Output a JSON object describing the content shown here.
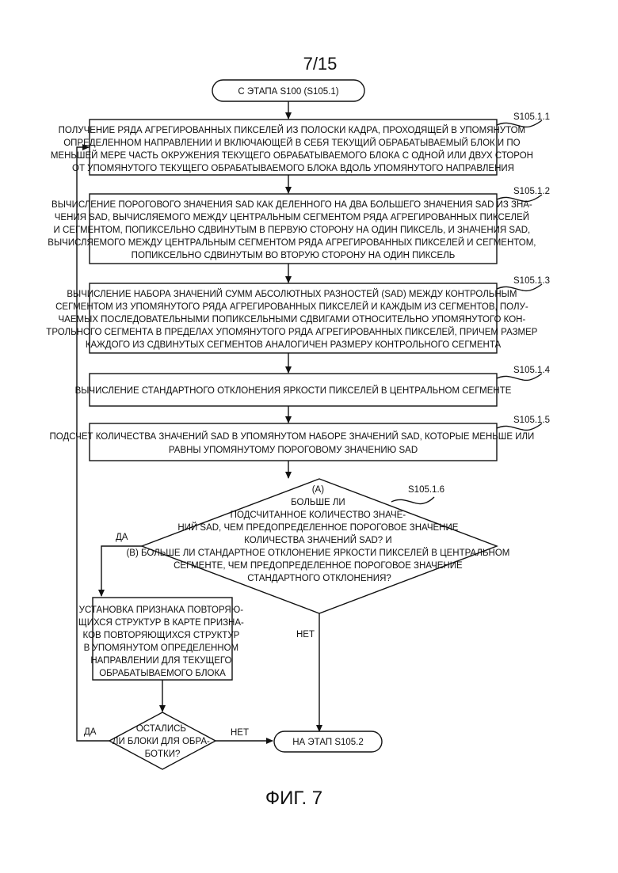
{
  "page_number": "7/15",
  "figure_label": "ФИГ. 7",
  "start_node": "С ЭТАПА S100 (S105.1)",
  "end_node": "НА ЭТАП S105.2",
  "steps": [
    {
      "id": "S105.1.1",
      "lines": [
        "ПОЛУЧЕНИЕ РЯДА АГРЕГИРОВАННЫХ ПИКСЕЛЕЙ ИЗ ПОЛОСКИ КАДРА, ПРОХОДЯЩЕЙ В УПОМЯНУТОМ",
        "ОПРЕДЕЛЕННОМ НАПРАВЛЕНИИ И ВКЛЮЧАЮЩЕЙ В СЕБЯ ТЕКУЩИЙ ОБРАБАТЫВАЕМЫЙ БЛОК И ПО",
        "МЕНЬШЕЙ МЕРЕ ЧАСТЬ ОКРУЖЕНИЯ ТЕКУЩЕГО ОБРАБАТЫВАЕМОГО БЛОКА С ОДНОЙ ИЛИ ДВУХ СТОРОН",
        "ОТ УПОМЯНУТОГО ТЕКУЩЕГО ОБРАБАТЫВАЕМОГО БЛОКА ВДОЛЬ УПОМЯНУТОГО НАПРАВЛЕНИЯ"
      ]
    },
    {
      "id": "S105.1.2",
      "lines": [
        "ВЫЧИСЛЕНИЕ ПОРОГОВОГО ЗНАЧЕНИЯ SAD КАК ДЕЛЕННОГО НА ДВА БОЛЬШЕГО ЗНАЧЕНИЯ SAD ИЗ ЗНА-",
        "ЧЕНИЯ SAD, ВЫЧИСЛЯЕМОГО МЕЖДУ ЦЕНТРАЛЬНЫМ СЕГМЕНТОМ РЯДА АГРЕГИРОВАННЫХ ПИКСЕЛЕЙ",
        "И СЕГМЕНТОМ, ПОПИКСЕЛЬНО СДВИНУТЫМ В ПЕРВУЮ СТОРОНУ НА ОДИН ПИКСЕЛЬ, И ЗНАЧЕНИЯ SAD,",
        "ВЫЧИСЛЯЕМОГО МЕЖДУ ЦЕНТРАЛЬНЫМ СЕГМЕНТОМ РЯДА АГРЕГИРОВАННЫХ ПИКСЕЛЕЙ И СЕГМЕНТОМ,",
        "ПОПИКСЕЛЬНО СДВИНУТЫМ ВО ВТОРУЮ СТОРОНУ НА ОДИН ПИКСЕЛЬ"
      ]
    },
    {
      "id": "S105.1.3",
      "lines": [
        "ВЫЧИСЛЕНИЕ НАБОРА ЗНАЧЕНИЙ СУММ АБСОЛЮТНЫХ РАЗНОСТЕЙ (SAD) МЕЖДУ КОНТРОЛЬНЫМ",
        "СЕГМЕНТОМ ИЗ УПОМЯНУТОГО РЯДА АГРЕГИРОВАННЫХ ПИКСЕЛЕЙ И КАЖДЫМ ИЗ СЕГМЕНТОВ, ПОЛУ-",
        "ЧАЕМЫХ ПОСЛЕДОВАТЕЛЬНЫМИ ПОПИКСЕЛЬНЫМИ СДВИГАМИ ОТНОСИТЕЛЬНО УПОМЯНУТОГО КОН-",
        "ТРОЛЬНОГО СЕГМЕНТА В ПРЕДЕЛАХ УПОМЯНУТОГО РЯДА АГРЕГИРОВАННЫХ ПИКСЕЛЕЙ, ПРИЧЕМ РАЗМЕР",
        "КАЖДОГО ИЗ СДВИНУТЫХ СЕГМЕНТОВ АНАЛОГИЧЕН РАЗМЕРУ КОНТРОЛЬНОГО СЕГМЕНТА"
      ]
    },
    {
      "id": "S105.1.4",
      "lines": [
        "ВЫЧИСЛЕНИЕ СТАНДАРТНОГО ОТКЛОНЕНИЯ ЯРКОСТИ ПИКСЕЛЕЙ В ЦЕНТРАЛЬНОМ СЕГМЕНТЕ"
      ]
    },
    {
      "id": "S105.1.5",
      "lines": [
        "ПОДСЧЕТ КОЛИЧЕСТВА ЗНАЧЕНИЙ SAD В УПОМЯНУТОМ НАБОРЕ ЗНАЧЕНИЙ SAD, КОТОРЫЕ МЕНЬШЕ ИЛИ",
        "РАВНЫ УПОМЯНУТОМУ ПОРОГОВОМУ ЗНАЧЕНИЮ SAD"
      ]
    }
  ],
  "decision": {
    "id": "S105.1.6",
    "lines": [
      "(А)",
      "БОЛЬШЕ ЛИ",
      "ПОДСЧИТАННОЕ КОЛИЧЕСТВО ЗНАЧЕ-",
      "НИЙ SAD, ЧЕМ ПРЕДОПРЕДЕЛЕННОЕ ПОРОГОВОЕ ЗНАЧЕНИЕ",
      "КОЛИЧЕСТВА ЗНАЧЕНИЙ SAD? И",
      "(В) БОЛЬШЕ ЛИ СТАНДАРТНОЕ ОТКЛОНЕНИЕ ЯРКОСТИ ПИКСЕЛЕЙ В ЦЕНТРАЛЬНОМ",
      "СЕГМЕНТЕ, ЧЕМ ПРЕДОПРЕДЕЛЕННОЕ ПОРОГОВОЕ ЗНАЧЕНИЕ",
      "СТАНДАРТНОГО ОТКЛОНЕНИЯ?"
    ],
    "yes_label": "ДА",
    "no_label": "НЕТ"
  },
  "set_flag": {
    "lines": [
      "УСТАНОВКА ПРИЗНАКА ПОВТОРЯЮ-",
      "ЩИХСЯ СТРУКТУР В КАРТЕ ПРИЗНА-",
      "КОВ ПОВТОРЯЮЩИХСЯ СТРУКТУР",
      "В УПОМЯНУТОМ ОПРЕДЕЛЕННОМ",
      "НАПРАВЛЕНИИ ДЛЯ ТЕКУЩЕГО",
      "ОБРАБАТЫВАЕМОГО БЛОКА"
    ]
  },
  "loop": {
    "lines": [
      "ОСТАЛИСЬ",
      "ЛИ БЛОКИ ДЛЯ ОБРА-",
      "БОТКИ?"
    ],
    "yes_label": "ДА",
    "no_label": "НЕТ"
  }
}
